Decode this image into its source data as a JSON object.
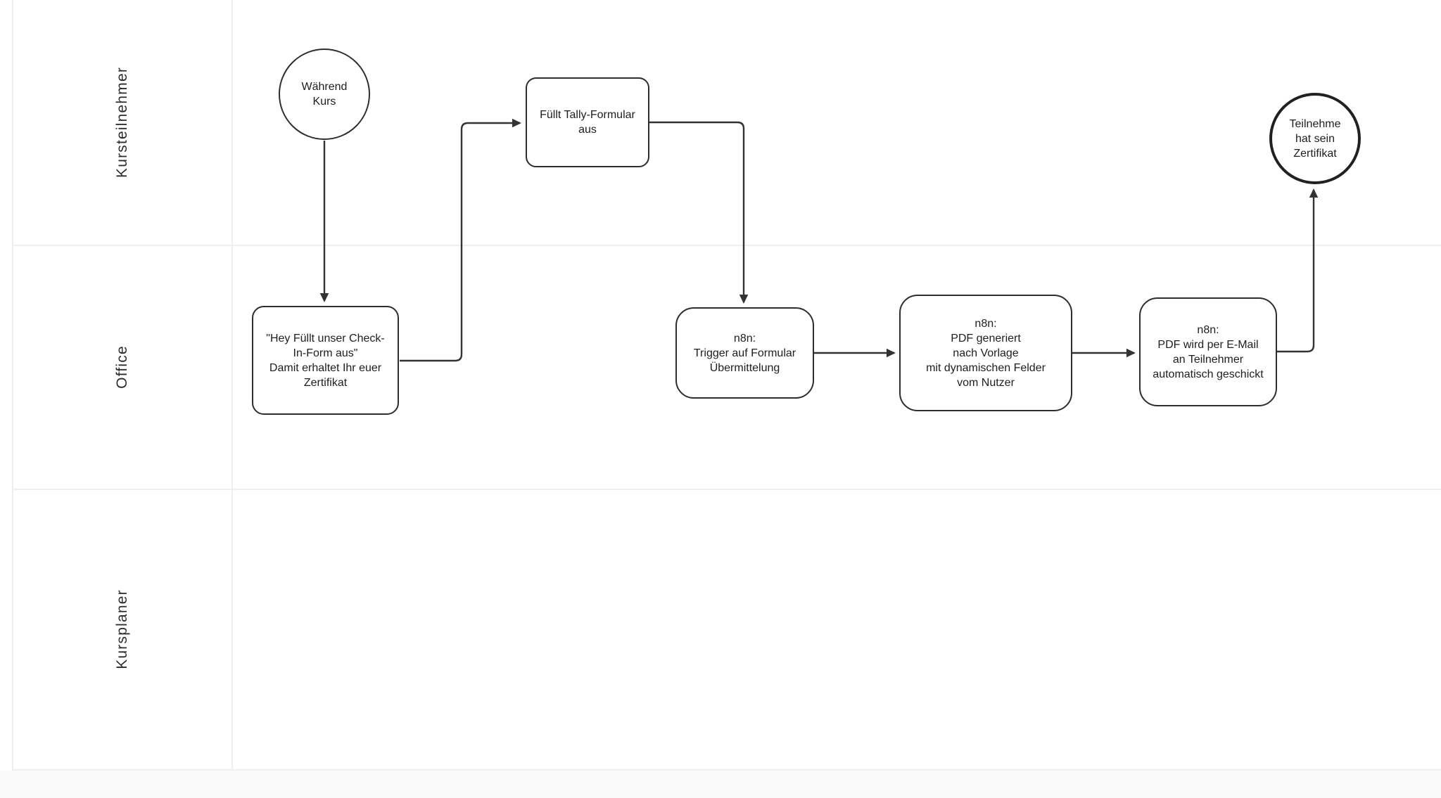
{
  "page": {
    "background_outside": "#fafafa",
    "canvas_background": "#ffffff"
  },
  "diagram": {
    "kind": "swimlane-flowchart",
    "lanes": [
      {
        "label": "Kursteilnehmer"
      },
      {
        "label": "Office"
      },
      {
        "label": "Kursplaner"
      }
    ],
    "nodes": [
      {
        "id": "start",
        "shape": "circle",
        "lane": "Kursteilnehmer",
        "label": "Während\nKurs"
      },
      {
        "id": "checkin-message",
        "shape": "rounded-rect",
        "lane": "Office",
        "label": "\"Hey Füllt unser Check-\nIn-Form aus\"\nDamit erhaltet Ihr euer\nZertifikat"
      },
      {
        "id": "fill-tally-form",
        "shape": "rounded-rect",
        "lane": "Kursteilnehmer",
        "label": "Füllt Tally-Formular\naus"
      },
      {
        "id": "n8n-trigger",
        "shape": "rounded-rect",
        "lane": "Office",
        "label": "n8n:\nTrigger auf Formular\nÜbermittelung"
      },
      {
        "id": "n8n-pdf-generate",
        "shape": "rounded-rect",
        "lane": "Office",
        "label": "n8n:\nPDF generiert\nnach Vorlage\nmit dynamischen Felder\nvom Nutzer"
      },
      {
        "id": "n8n-pdf-email",
        "shape": "rounded-rect",
        "lane": "Office",
        "label": "n8n:\nPDF wird per E-Mail\nan Teilnehmer\nautomatisch geschickt"
      },
      {
        "id": "end",
        "shape": "end-circle",
        "lane": "Kursteilnehmer",
        "label": "Teilnehme\nhat sein\nZertifikat"
      }
    ],
    "edges": [
      {
        "from": "start",
        "to": "checkin-message"
      },
      {
        "from": "checkin-message",
        "to": "fill-tally-form"
      },
      {
        "from": "fill-tally-form",
        "to": "n8n-trigger"
      },
      {
        "from": "n8n-trigger",
        "to": "n8n-pdf-generate"
      },
      {
        "from": "n8n-pdf-generate",
        "to": "n8n-pdf-email"
      },
      {
        "from": "n8n-pdf-email",
        "to": "end"
      }
    ],
    "colors": {
      "node_border": "#2d2d2d",
      "end_node_border": "#212121",
      "node_fill": "#ffffff",
      "text": "#1e1e1e",
      "connector": "#333333",
      "lane_line": "#efefef"
    }
  }
}
